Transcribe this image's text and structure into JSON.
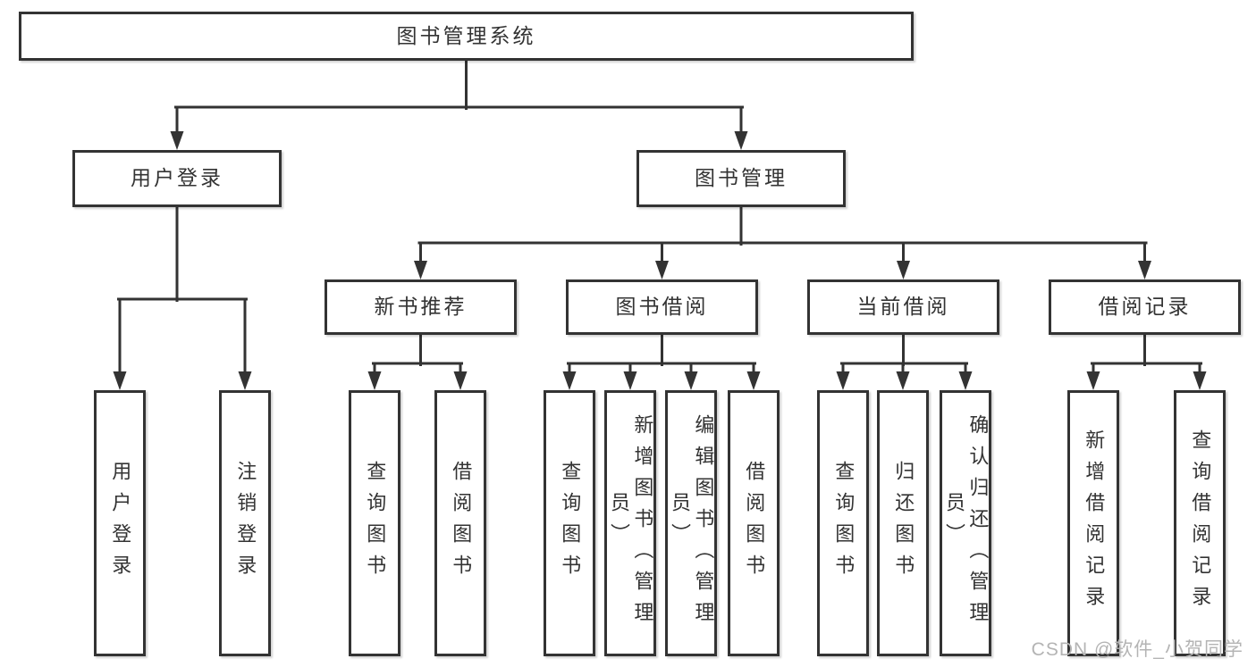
{
  "tree": {
    "root": {
      "label": "图书管理系统"
    },
    "level2": [
      {
        "label": "用户登录"
      },
      {
        "label": "图书管理"
      }
    ],
    "level3": [
      {
        "label": "新书推荐"
      },
      {
        "label": "图书借阅"
      },
      {
        "label": "当前借阅"
      },
      {
        "label": "借阅记录"
      }
    ],
    "leaves": {
      "user_login": [
        "用户登录",
        "注销登录"
      ],
      "new_book_recommend": [
        "查询图书",
        "借阅图书"
      ],
      "book_borrowing": [
        "查询图书",
        "新增图书（管理员）",
        "编辑图书（管理员）",
        "借阅图书"
      ],
      "current_borrowing": [
        "查询图书",
        "归还图书",
        "确认归还（管理员）"
      ],
      "borrow_records": [
        "新增借阅记录",
        "查询借阅记录"
      ]
    }
  },
  "watermark": "CSDN @软件_小贺同学",
  "colors": {
    "line": "#333333",
    "box_background": "#ffffff",
    "text": "#333333",
    "background": "#ffffff",
    "watermark": "#b4b4b4"
  }
}
